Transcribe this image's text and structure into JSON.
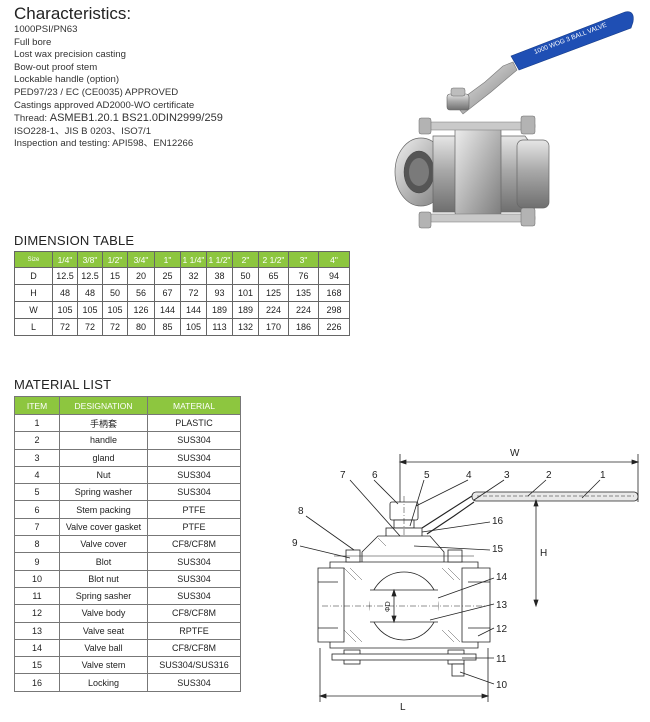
{
  "characteristics": {
    "title": "Characteristics:",
    "lines": [
      "1000PSI/PN63",
      "Full bore",
      "Lost wax precision casting",
      "Bow-out proof stem",
      "Lockable handle (option)",
      "PED97/23 / EC (CE0035) APPROVED",
      "Castings approved AD2000-WO certificate"
    ],
    "thread_label": "Thread:",
    "thread_value": "ASMEB1.20.1 BS21.0DIN2999/259",
    "iso_line": "ISO228-1、JIS B 0203、ISO7/1",
    "inspection_line": "Inspection and testing: API598、EN12266"
  },
  "photo": {
    "handle_label": "1000 WOG 3 BALL VALVE",
    "handle_color": "#1f4fb4"
  },
  "dimension_table": {
    "title": "DIMENSION TABLE",
    "corner_label": "Size",
    "sizes": [
      "1/4\"",
      "3/8\"",
      "1/2\"",
      "3/4\"",
      "1\"",
      "1 1/4\"",
      "1 1/2\"",
      "2\"",
      "2 1/2\"",
      "3\"",
      "4\""
    ],
    "rows": [
      {
        "label": "D",
        "values": [
          "12.5",
          "12.5",
          "15",
          "20",
          "25",
          "32",
          "38",
          "50",
          "65",
          "76",
          "94"
        ]
      },
      {
        "label": "H",
        "values": [
          "48",
          "48",
          "50",
          "56",
          "67",
          "72",
          "93",
          "101",
          "125",
          "135",
          "168"
        ]
      },
      {
        "label": "W",
        "values": [
          "105",
          "105",
          "105",
          "126",
          "144",
          "144",
          "189",
          "189",
          "224",
          "224",
          "298"
        ]
      },
      {
        "label": "L",
        "values": [
          "72",
          "72",
          "72",
          "80",
          "85",
          "105",
          "113",
          "132",
          "170",
          "186",
          "226"
        ]
      }
    ]
  },
  "material_list": {
    "title": "MATERIAL LIST",
    "headers": [
      "ITEM",
      "DESIGNATION",
      "MATERIAL"
    ],
    "rows": [
      {
        "item": "1",
        "designation": "手柄套",
        "material": "PLASTIC"
      },
      {
        "item": "2",
        "designation": "handle",
        "material": "SUS304"
      },
      {
        "item": "3",
        "designation": "gland",
        "material": "SUS304"
      },
      {
        "item": "4",
        "designation": "Nut",
        "material": "SUS304"
      },
      {
        "item": "5",
        "designation": "Spring washer",
        "material": "SUS304"
      },
      {
        "item": "6",
        "designation": "Stem packing",
        "material": "PTFE"
      },
      {
        "item": "7",
        "designation": "Valve cover gasket",
        "material": "PTFE"
      },
      {
        "item": "8",
        "designation": "Valve cover",
        "material": "CF8/CF8M"
      },
      {
        "item": "9",
        "designation": "Blot",
        "material": "SUS304"
      },
      {
        "item": "10",
        "designation": "Blot nut",
        "material": "SUS304"
      },
      {
        "item": "11",
        "designation": "Spring sasher",
        "material": "SUS304"
      },
      {
        "item": "12",
        "designation": "Valve body",
        "material": "CF8/CF8M"
      },
      {
        "item": "13",
        "designation": "Valve seat",
        "material": "RPTFE"
      },
      {
        "item": "14",
        "designation": "Valve ball",
        "material": "CF8/CF8M"
      },
      {
        "item": "15",
        "designation": "Valve stem",
        "material": "SUS304/SUS316"
      },
      {
        "item": "16",
        "designation": "Locking",
        "material": "SUS304"
      }
    ]
  },
  "drawing": {
    "dim_w": "W",
    "dim_h": "H",
    "dim_l": "L",
    "dim_d": "ΦD",
    "callouts": [
      "1",
      "2",
      "3",
      "4",
      "5",
      "6",
      "7",
      "8",
      "9",
      "10",
      "11",
      "12",
      "13",
      "14",
      "15",
      "16"
    ]
  },
  "colors": {
    "table_header_green": "#8dc63f",
    "handle_blue": "#1f4fb4"
  }
}
